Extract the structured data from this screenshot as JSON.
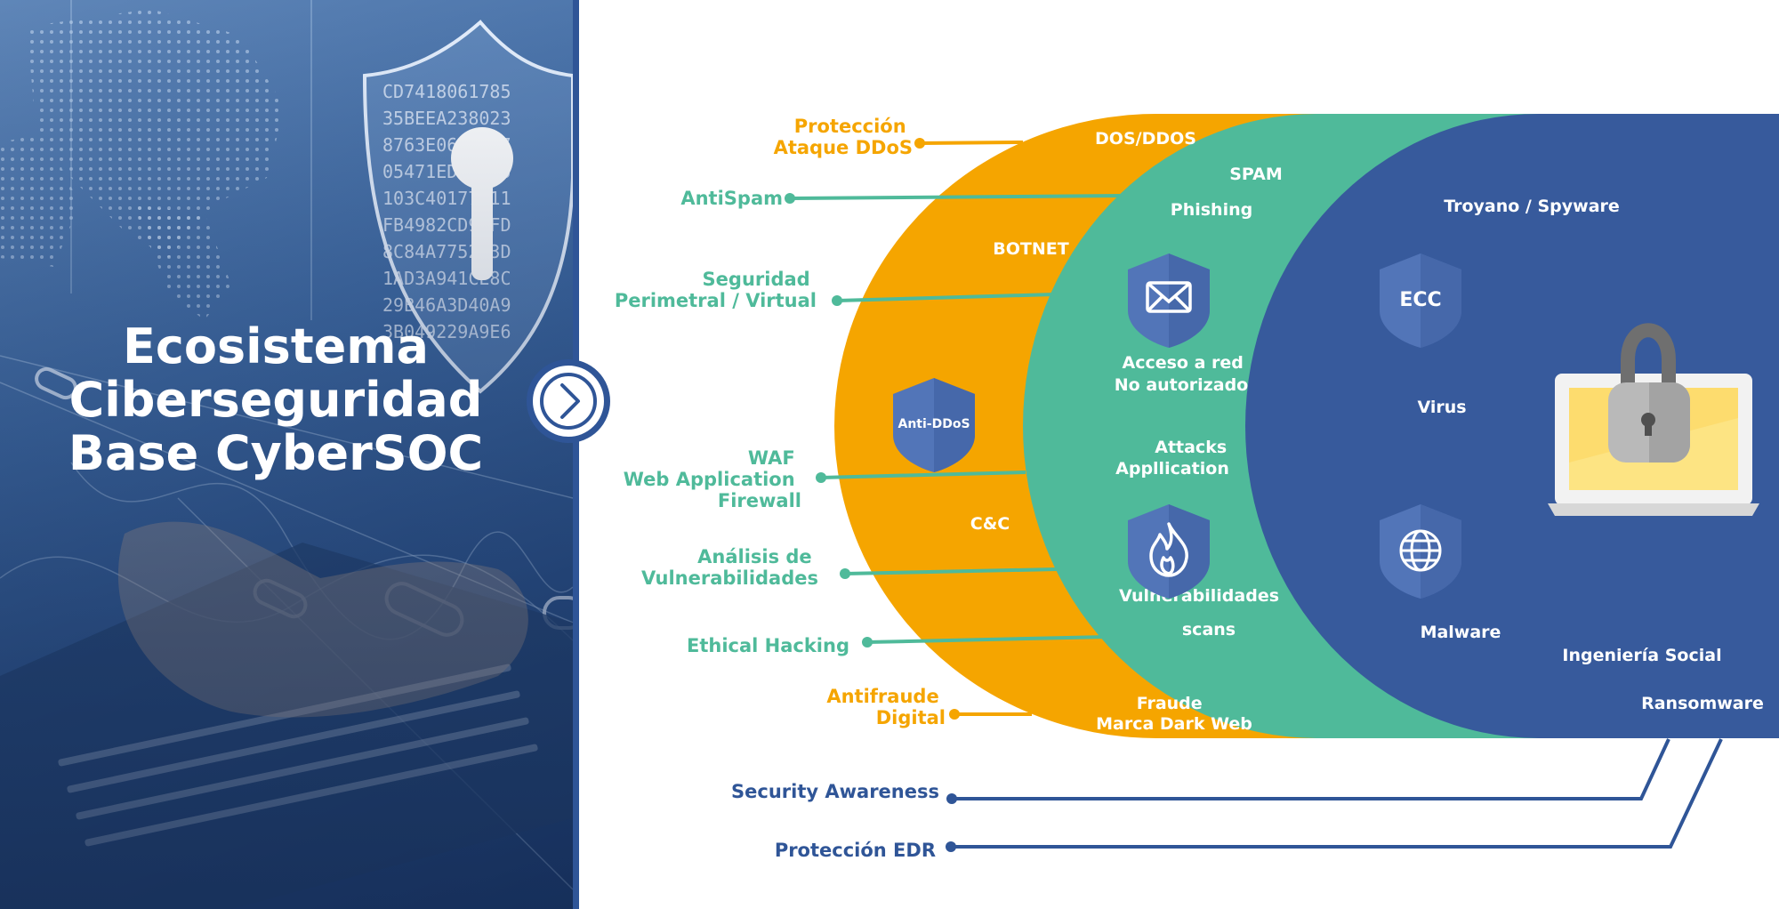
{
  "title": {
    "lines": [
      "Ecosistema",
      "Ciberseguridad",
      "Base CyberSOC"
    ]
  },
  "colors": {
    "orange": "#f5a500",
    "teal": "#4fba9a",
    "blue": "#375a9c",
    "navy": "#2f5597",
    "shield": "#5275b8"
  },
  "left_labels": [
    {
      "lines": [
        "Protección",
        "Ataque DDoS"
      ],
      "color": "orange"
    },
    {
      "lines": [
        "AntiSpam"
      ],
      "color": "teal"
    },
    {
      "lines": [
        "Seguridad",
        "Perimetral / Virtual"
      ],
      "color": "teal"
    },
    {
      "lines": [
        "WAF",
        "Web Application",
        "Firewall"
      ],
      "color": "teal"
    },
    {
      "lines": [
        "Análisis de",
        "Vulnerabilidades"
      ],
      "color": "teal"
    },
    {
      "lines": [
        "Ethical Hacking"
      ],
      "color": "teal"
    },
    {
      "lines": [
        "Antifraude",
        "Digital"
      ],
      "color": "orange"
    },
    {
      "lines": [
        "Security Awareness"
      ],
      "color": "navy"
    },
    {
      "lines": [
        "Protección EDR"
      ],
      "color": "navy"
    }
  ],
  "inner_labels": [
    {
      "lines": [
        "DOS/DDOS"
      ]
    },
    {
      "lines": [
        "SPAM"
      ]
    },
    {
      "lines": [
        "Phishing"
      ]
    },
    {
      "lines": [
        "Troyano / Spyware"
      ]
    },
    {
      "lines": [
        "BOTNET"
      ]
    },
    {
      "lines": [
        "Acceso a red",
        "No autorizado"
      ]
    },
    {
      "lines": [
        "Virus"
      ]
    },
    {
      "lines": [
        "Attacks",
        "Appllication"
      ]
    },
    {
      "lines": [
        "C&C"
      ]
    },
    {
      "lines": [
        "Vulnerabilidades"
      ]
    },
    {
      "lines": [
        "scans"
      ]
    },
    {
      "lines": [
        "Malware"
      ]
    },
    {
      "lines": [
        "Ingeniería Social"
      ]
    },
    {
      "lines": [
        "Fraude",
        "Marca Dark Web"
      ]
    },
    {
      "lines": [
        "Ransomware"
      ]
    }
  ],
  "shield_badges": [
    {
      "label": "Anti-DDoS",
      "icon": ""
    },
    {
      "label": "",
      "icon": "envelope-icon"
    },
    {
      "label": "ECC",
      "icon": ""
    },
    {
      "label": "",
      "icon": "flame-icon"
    },
    {
      "label": "",
      "icon": "globe-icon"
    }
  ],
  "icons": {
    "arrow": "chevron-right-icon",
    "laptop": "laptop-padlock-icon",
    "shield_keyhole": "shield-keyhole-icon"
  }
}
